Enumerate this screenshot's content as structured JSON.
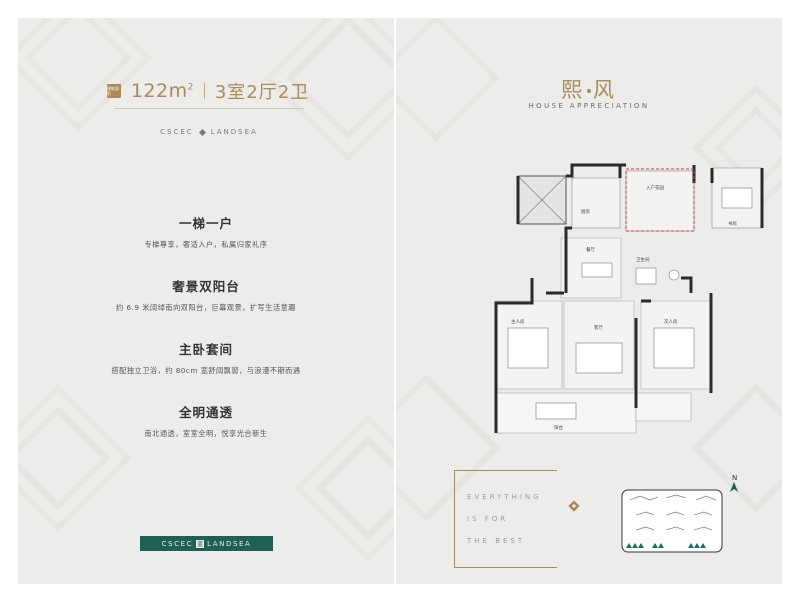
{
  "left": {
    "area_badge": "建筑面积",
    "area": "122m",
    "area_sup": "2",
    "layout": "3室2厅2卫",
    "brand": "CSCEC",
    "brand_partner": "LANDSEA",
    "features": [
      {
        "title": "一梯一户",
        "desc": "专梯尊享，奢适入户，私属归家礼序"
      },
      {
        "title": "奢景双阳台",
        "desc": "约 6.9 米阔绰南向双阳台，巨幕观景，扩写生活意趣"
      },
      {
        "title": "主卧套间",
        "desc": "搭配独立卫浴，约 80cm 宽舒阔飘窗，与浪漫不期而遇"
      },
      {
        "title": "全明通透",
        "desc": "南北通透，室室全明，悦享光合新生"
      }
    ],
    "logo_left": "CSCEC",
    "logo_mark": "蓝",
    "logo_right": "LANDSEA"
  },
  "right": {
    "title_a": "熙",
    "title_b": "风",
    "subtitle": "HOUSE APPRECIATION",
    "slogan": [
      "EVERYTHING",
      "IS FOR",
      "THE BEST"
    ],
    "compass": "N",
    "rooms": {
      "kitchen": "厨房",
      "dining": "餐厅",
      "living": "客厅",
      "master": "主人房",
      "second": "次人房",
      "bath": "卫生间",
      "study": "书房",
      "balcony": "阳台",
      "entry": "入户花园"
    }
  },
  "colors": {
    "page_bg": "#ececea",
    "gold": "#a88b58",
    "wall": "#2b2b2b",
    "brand_green": "#1f5f54",
    "accent_red": "#d2394a"
  }
}
